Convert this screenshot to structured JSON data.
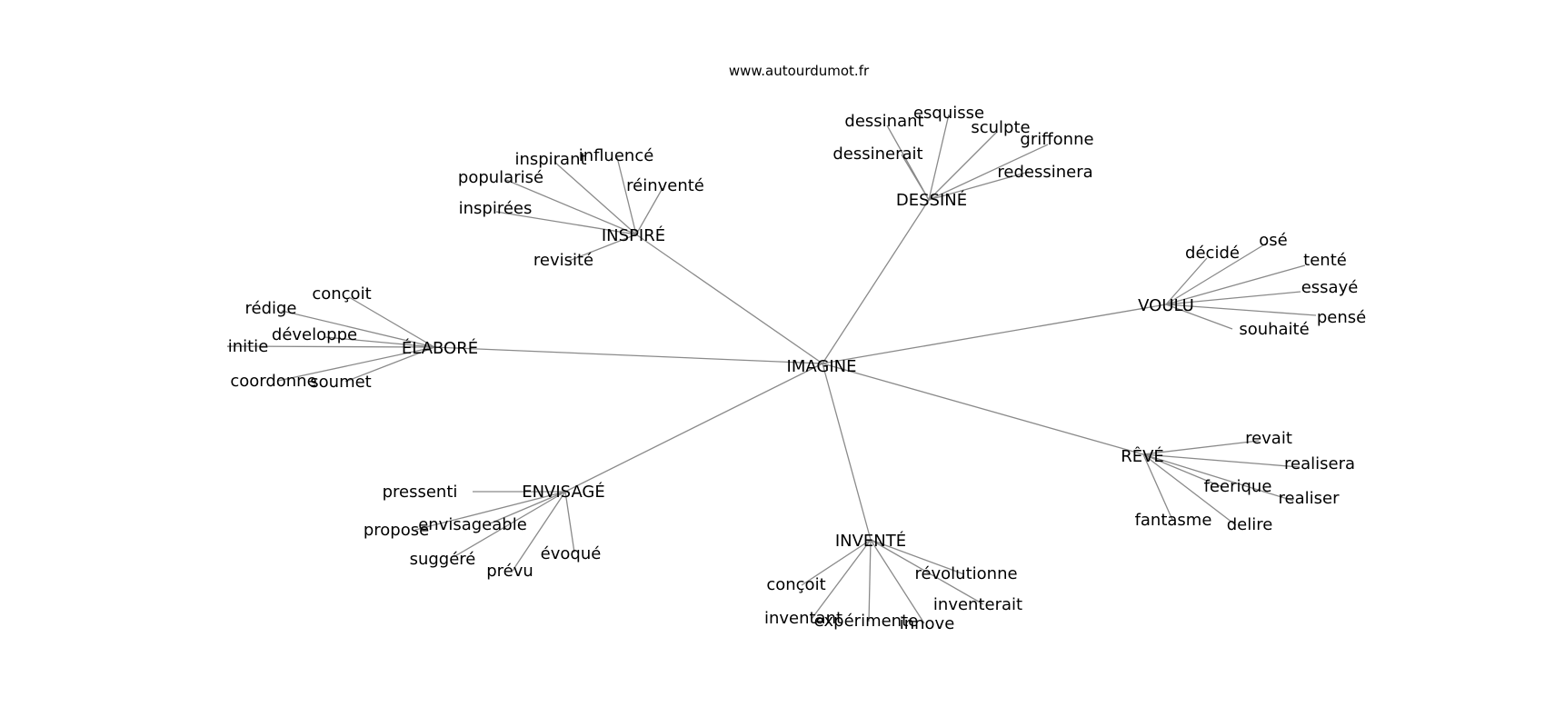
{
  "source": "www.autourdumot.fr",
  "center": "IMAGINE",
  "edge_color": "#8a8a8a",
  "clusters": [
    {
      "hub": "DESSINÉ",
      "leaves": [
        "dessinant",
        "esquisse",
        "sculpte",
        "griffonne",
        "dessinerait",
        "redessinera"
      ]
    },
    {
      "hub": "INSPIRÉ",
      "leaves": [
        "inspirant",
        "influencé",
        "popularisé",
        "réinventé",
        "inspirées",
        "revisité"
      ]
    },
    {
      "hub": "VOULU",
      "leaves": [
        "décidé",
        "osé",
        "tenté",
        "essayé",
        "pensé",
        "souhaité"
      ]
    },
    {
      "hub": "ÉLABORÉ",
      "leaves": [
        "conçoit",
        "rédige",
        "développe",
        "initie",
        "coordonne",
        "soumet"
      ]
    },
    {
      "hub": "RÊVÉ",
      "leaves": [
        "revait",
        "realisera",
        "feerique",
        "realiser",
        "fantasme",
        "delire"
      ]
    },
    {
      "hub": "ENVISAGÉ",
      "leaves": [
        "pressenti",
        "propose",
        "envisageable",
        "suggéré",
        "évoqué",
        "prévu"
      ]
    },
    {
      "hub": "INVENTÉ",
      "leaves": [
        "conçoit",
        "révolutionne",
        "inventerait",
        "inventant",
        "expérimente",
        "innove"
      ]
    }
  ]
}
